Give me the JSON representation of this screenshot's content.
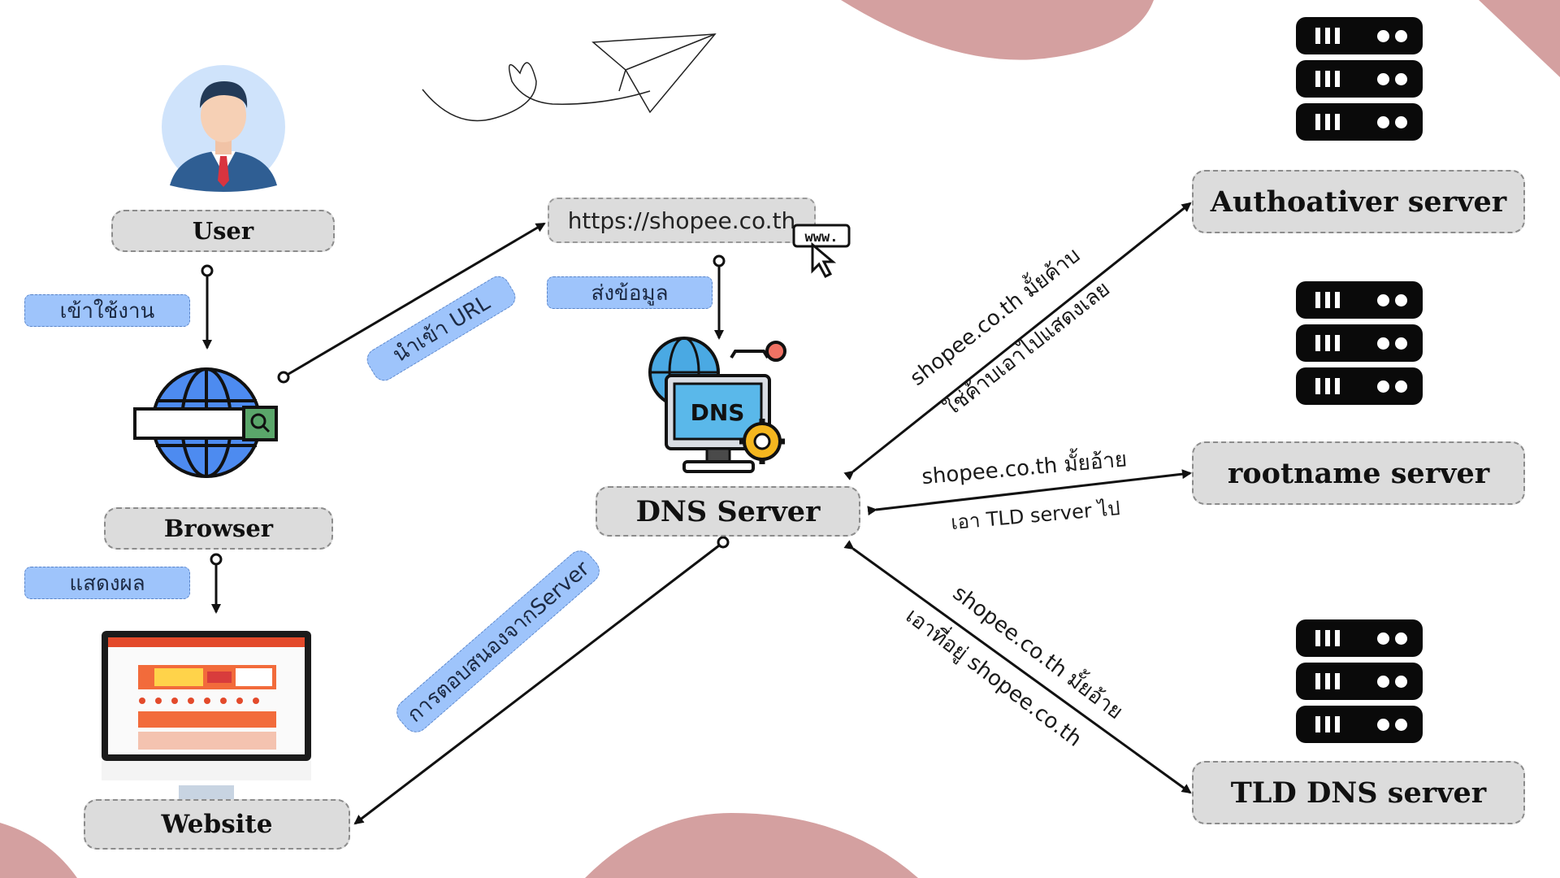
{
  "colors": {
    "accent_blob": "#d4a0a0",
    "tag_fill": "#9ec4fb",
    "box_fill": "#dcdcdc",
    "server_black": "#0a0a0a"
  },
  "nodes": {
    "user": "User",
    "browser": "Browser",
    "website": "Website",
    "dns_server": "DNS Server",
    "authoritative": "Authoativer server",
    "rootname": "rootname server",
    "tld": "TLD DNS server"
  },
  "url_box": {
    "text": "https://shopee.co.th",
    "www_badge": "www."
  },
  "dns_icon_text": "DNS",
  "tags": {
    "access": "เข้าใช้งาน",
    "display": "แสดงผล",
    "enter_url": "นำเข้า URL",
    "send_data": "ส่งข้อมูล",
    "server_response": "การตอบสนองจากServer"
  },
  "edge_labels": {
    "auth_question": "shopee.co.th มั้ยค้าบ",
    "auth_answer": "ใช่ค้าบเอาไปแสดงเลย",
    "root_question": "shopee.co.th มั้ยอ้าย",
    "root_answer": "เอา TLD server ไป",
    "tld_question": "shopee.co.th มั้ยอ้าย",
    "tld_answer": "เอาที่อยู่ shopee.co.th"
  },
  "icons": {
    "user": "businessman-avatar-icon",
    "browser": "globe-search-icon",
    "website": "monitor-website-icon",
    "dns": "dns-monitor-icon",
    "url": "www-cursor-icon",
    "decor": "paper-plane-heart-icon",
    "server": "server-rack-icon"
  }
}
